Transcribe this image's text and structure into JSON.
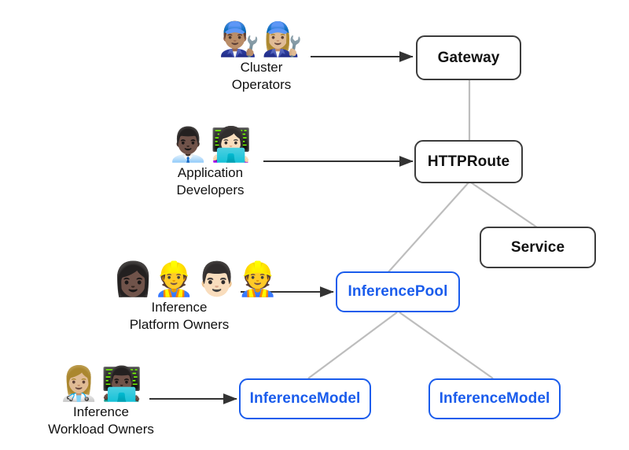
{
  "diagram": {
    "title": "Gateway API Inference Extension personas and resources",
    "background": "#ffffff",
    "edge_color": "#bdbdbd",
    "arrow_color": "#333333",
    "accent_blue": "#1a5cec",
    "node_border_dark": "#3c3c3c"
  },
  "personas": [
    {
      "id": "cluster-operators",
      "emojis": "👨🏽‍🔧👩🏼‍🔧",
      "emoji_names": "man-mechanic, woman-mechanic",
      "line1": "Cluster",
      "line2": "Operators",
      "target": "Gateway"
    },
    {
      "id": "application-developers",
      "emojis": "👨🏿‍💼👩🏻‍💻",
      "emoji_names": "man-office-worker, woman-technologist",
      "line1": "Application",
      "line2": "Developers",
      "target": "HTTPRoute"
    },
    {
      "id": "inference-platform-owners",
      "emojis": "👩🏿‍👷👨🏻‍👷",
      "emoji_names": "woman-construction-worker, man-construction-worker",
      "line1": "Inference",
      "line2": "Platform Owners",
      "target": "InferencePool"
    },
    {
      "id": "inference-workload-owners",
      "emojis": "👩🏼‍⚕️👨🏿‍💻",
      "emoji_names": "woman-health-worker, man-technologist",
      "line1": "Inference",
      "line2": "Workload Owners",
      "target": "InferenceModel"
    }
  ],
  "nodes": [
    {
      "id": "gateway",
      "label": "Gateway",
      "style": "dark"
    },
    {
      "id": "httproute",
      "label": "HTTPRoute",
      "style": "dark"
    },
    {
      "id": "service",
      "label": "Service",
      "style": "dark"
    },
    {
      "id": "inferencepool",
      "label": "InferencePool",
      "style": "blue"
    },
    {
      "id": "inferencemodel-left",
      "label": "InferenceModel",
      "style": "blue"
    },
    {
      "id": "inferencemodel-right",
      "label": "InferenceModel",
      "style": "blue"
    }
  ],
  "edges": [
    {
      "from": "gateway",
      "to": "httproute",
      "kind": "link"
    },
    {
      "from": "httproute",
      "to": "inferencepool",
      "kind": "link"
    },
    {
      "from": "httproute",
      "to": "service",
      "kind": "link"
    },
    {
      "from": "inferencepool",
      "to": "inferencemodel-left",
      "kind": "link"
    },
    {
      "from": "inferencepool",
      "to": "inferencemodel-right",
      "kind": "link"
    },
    {
      "from": "cluster-operators",
      "to": "gateway",
      "kind": "arrow"
    },
    {
      "from": "application-developers",
      "to": "httproute",
      "kind": "arrow"
    },
    {
      "from": "inference-platform-owners",
      "to": "inferencepool",
      "kind": "arrow"
    },
    {
      "from": "inference-workload-owners",
      "to": "inferencemodel-left",
      "kind": "arrow"
    }
  ]
}
